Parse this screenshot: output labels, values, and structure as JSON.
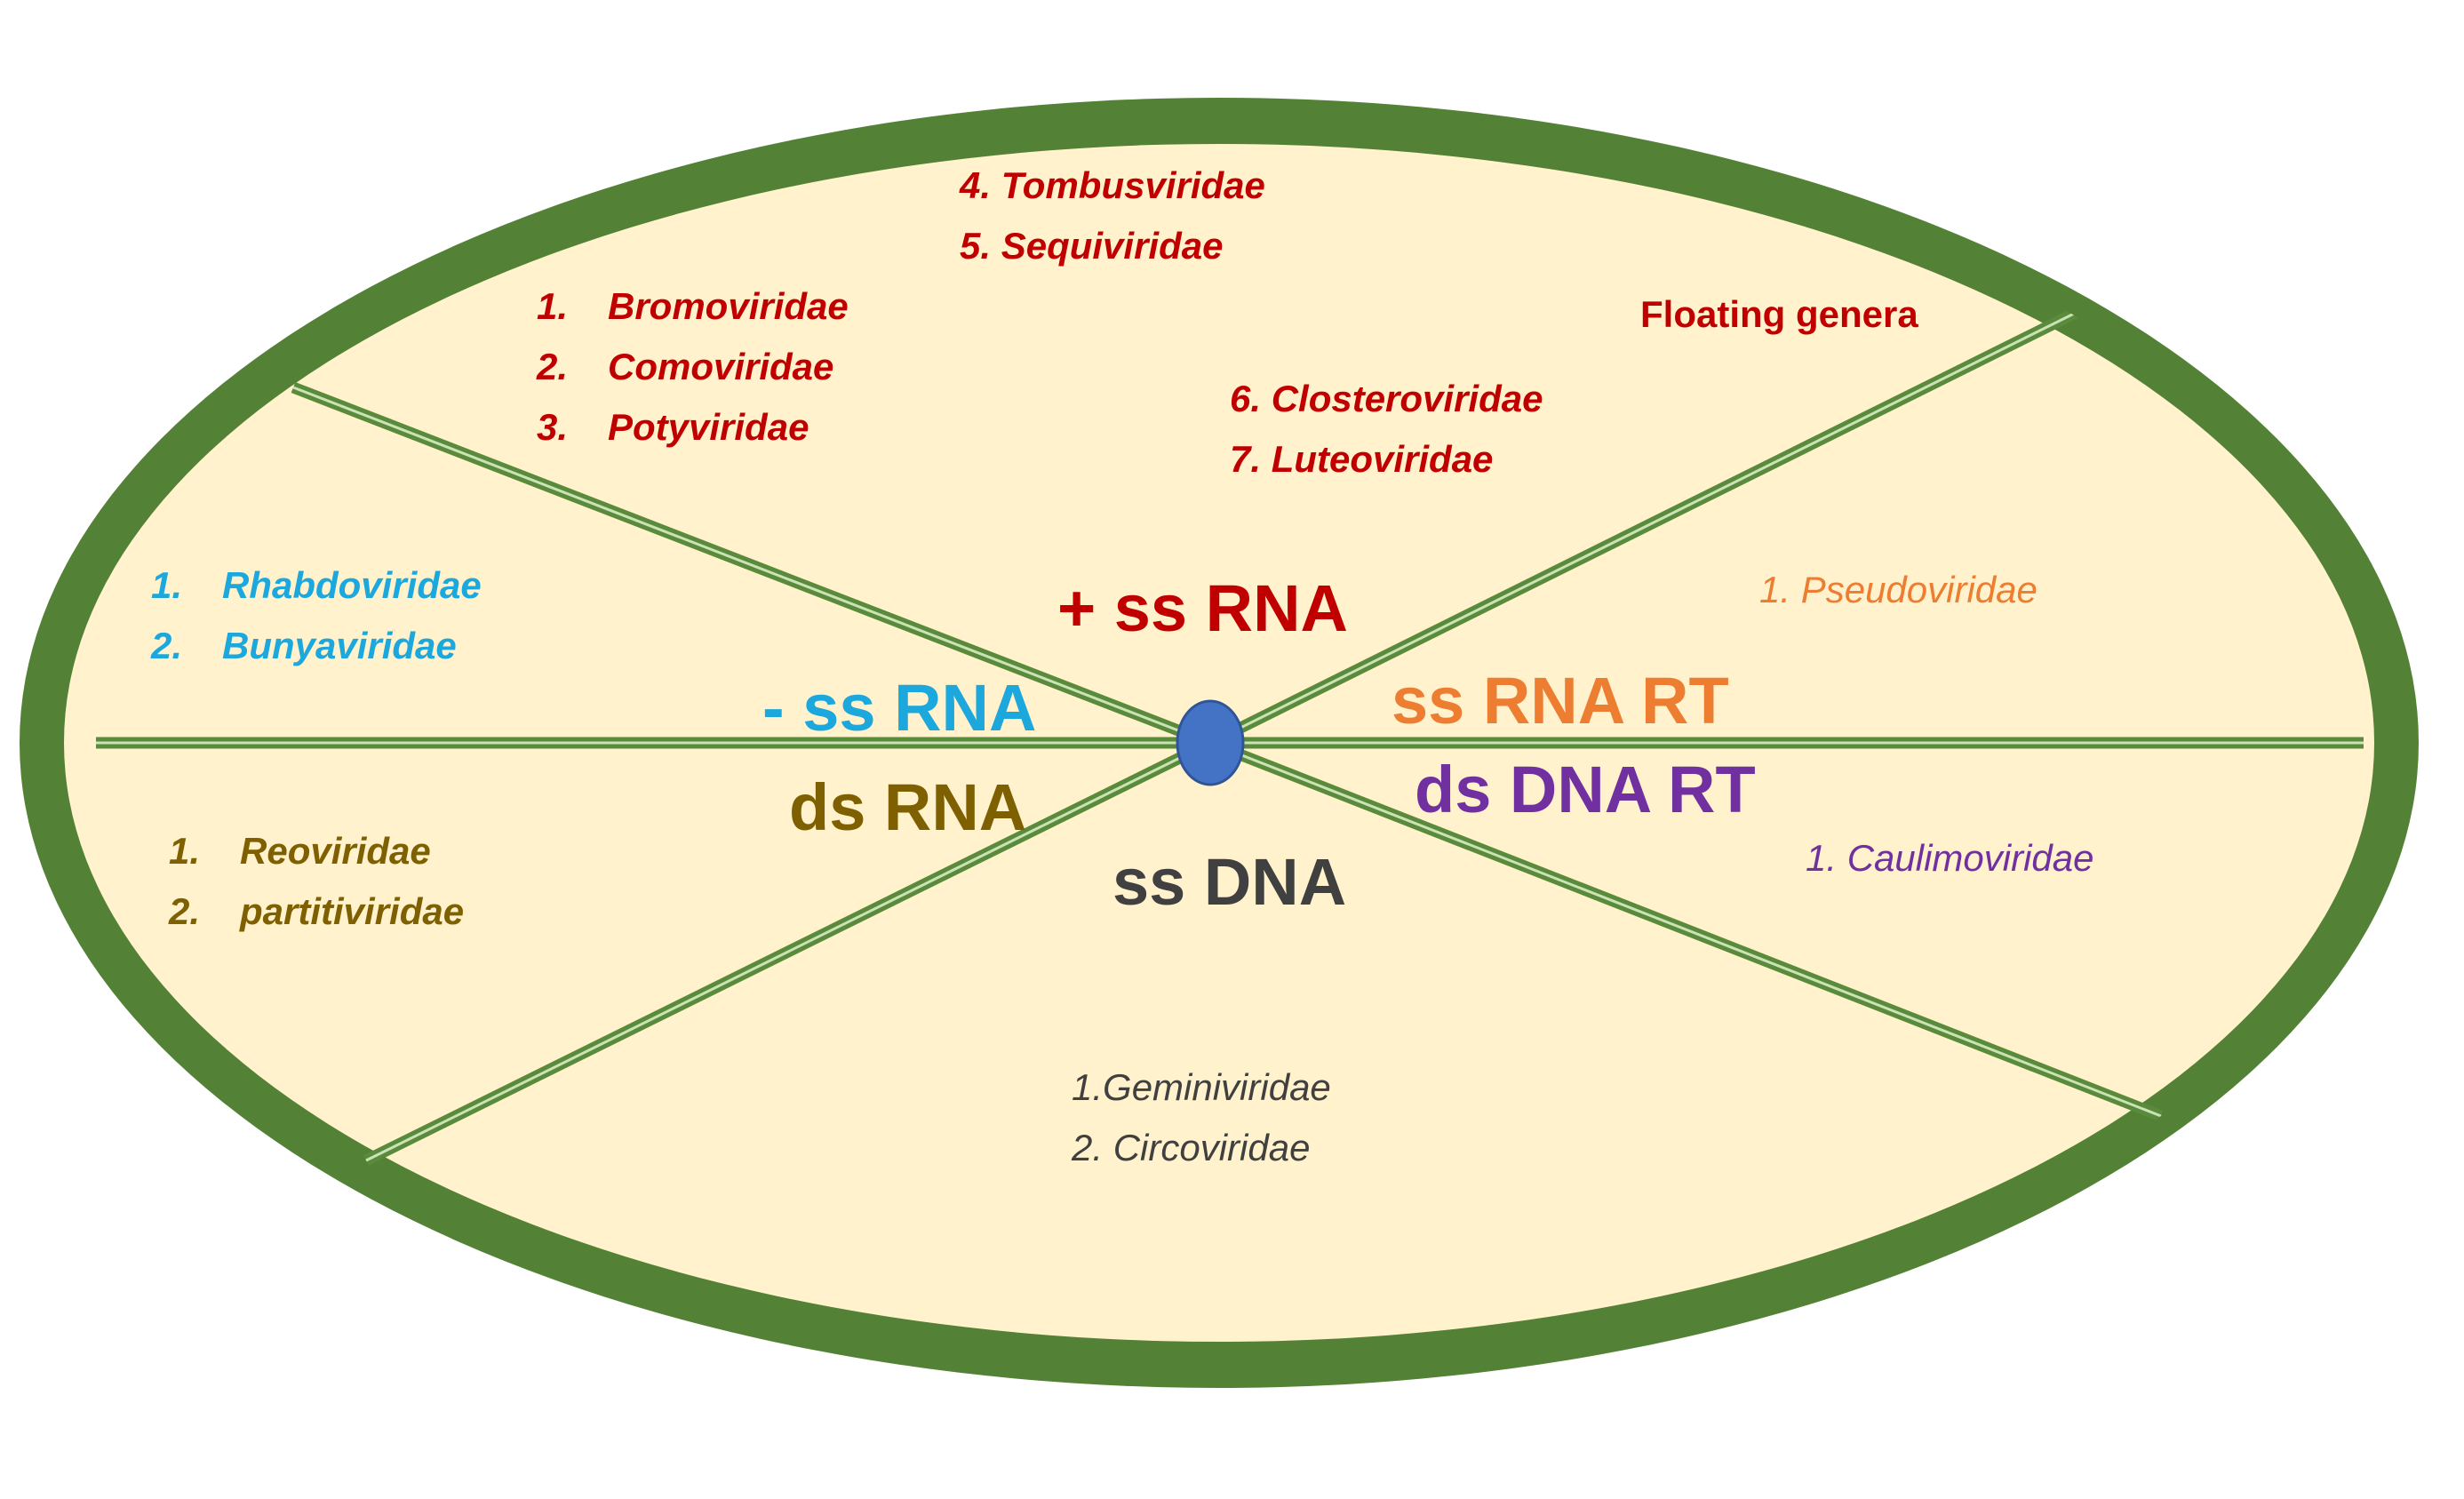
{
  "colors": {
    "ring": "#538135",
    "fill": "#FFF2CC",
    "divider": "#5A8A3C",
    "divider_highlight": "#C9E3B5",
    "center_dot": "#4472C4",
    "center_dot_stroke": "#2F5597",
    "pos_ss_rna": "#C00000",
    "neg_ss_rna": "#1CA8DD",
    "ds_rna": "#7F6000",
    "ss_dna": "#404040",
    "ss_rna_rt": "#ED7D31",
    "ds_dna_rt": "#7030A0"
  },
  "categories": {
    "pos_ss_rna": "+ ss RNA",
    "neg_ss_rna": "- ss RNA",
    "ds_rna": "ds RNA",
    "ss_dna": "ss DNA",
    "ss_rna_rt": "ss RNA RT",
    "ds_dna_rt": "ds DNA RT"
  },
  "families": {
    "pos_ss_rna_a": [
      {
        "num": "1.",
        "name": "Bromoviridae"
      },
      {
        "num": "2.",
        "name": "Comoviridae"
      },
      {
        "num": "3.",
        "name": "Potyviridae"
      }
    ],
    "pos_ss_rna_b": [
      "4. Tombusviridae",
      "5. Sequiviridae"
    ],
    "pos_ss_rna_c": [
      "6. Closteroviridae",
      "7. Luteoviridae"
    ],
    "floating": "Floating genera",
    "neg_ss_rna": [
      {
        "num": "1.",
        "name": "Rhabdoviridae"
      },
      {
        "num": "2.",
        "name": "Bunyaviridae"
      }
    ],
    "ds_rna": [
      {
        "num": "1.",
        "name": "Reoviridae"
      },
      {
        "num": "2.",
        "name": "partitiviridae"
      }
    ],
    "ss_rna_rt": [
      "1. Pseudoviridae"
    ],
    "ds_dna_rt": [
      "1. Caulimoviridae"
    ],
    "ss_dna": [
      "1.Geminiviridae",
      "2. Circoviridae"
    ]
  }
}
